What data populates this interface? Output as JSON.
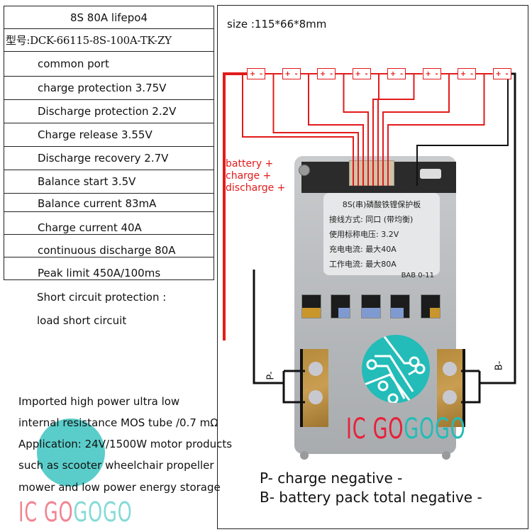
{
  "spec_table": {
    "title": "8S 80A lifepo4",
    "model": "型号:DCK-66115-8S-100A-TK-ZY",
    "rows": [
      "common port",
      "charge protection 3.75V",
      "Discharge protection 2.2V",
      "Charge release 3.55V",
      "Discharge recovery 2.7V",
      "Balance start 3.5V",
      "Balance current 83mA",
      "Charge current 40A",
      "continuous discharge 80A",
      "Peak limit 450A/100ms"
    ],
    "extra_lines": [
      "Short circuit protection :",
      "load short circuit"
    ]
  },
  "description": [
    "Imported high power ultra low",
    "internal resistance MOS tube /0.7 mΩ",
    "Application: 24V/1500W motor products",
    " such as scooter wheelchair propeller",
    "mower and low power energy storage"
  ],
  "diagram": {
    "size_label": "size :115*66*8mm",
    "cell_count": 8,
    "cell_plus": "+",
    "cell_minus": "-",
    "positive_label": [
      "battery +",
      "charge +",
      "discharge +"
    ],
    "p_minus_label": "P-",
    "b_minus_label": "B-",
    "sticker_lines": [
      "8S(串)磷酸铁锂保护板",
      "接线方式: 同口 (带均衡)",
      "使用标称电压: 3.2V",
      "充电电流: 最大40A",
      "工作电流: 最大80A",
      "BAB 0-11"
    ]
  },
  "legend": {
    "p_minus": "P-  charge negative -",
    "b_minus": "B- battery pack total negative -"
  },
  "brand": {
    "part1": "IC GO",
    "part2": "GOGO"
  },
  "colors": {
    "wire_red": "#e31b1b",
    "wire_black": "#111111",
    "brand_red": "#e8203a",
    "brand_teal": "#23bcb8"
  }
}
